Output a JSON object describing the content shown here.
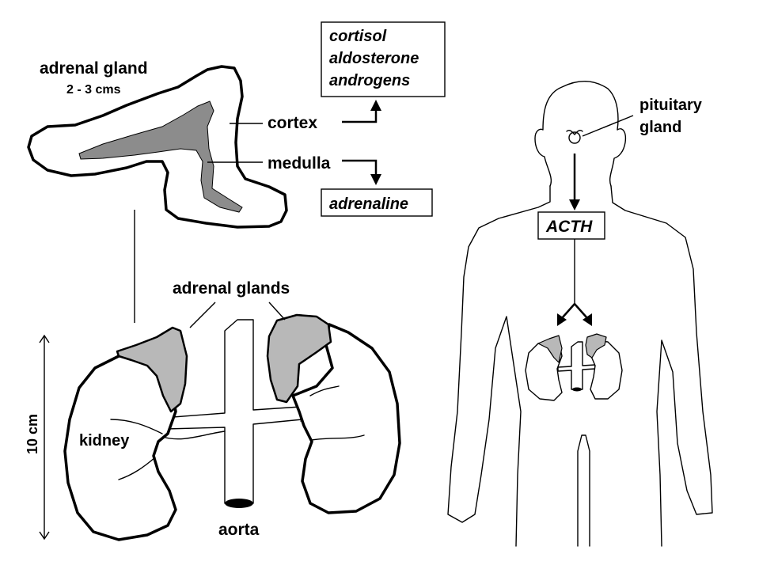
{
  "labels": {
    "adrenal_gland": "adrenal gland",
    "gland_size": "2 - 3 cms",
    "cortex": "cortex",
    "medulla": "medulla",
    "cortex_hormones": [
      "cortisol",
      "aldosterone",
      "androgens"
    ],
    "medulla_hormone": "adrenaline",
    "adrenal_glands": "adrenal glands",
    "kidney": "kidney",
    "aorta": "aorta",
    "kidney_height": "10 cm",
    "pituitary": [
      "pituitary",
      "gland"
    ],
    "acth": "ACTH"
  }
}
